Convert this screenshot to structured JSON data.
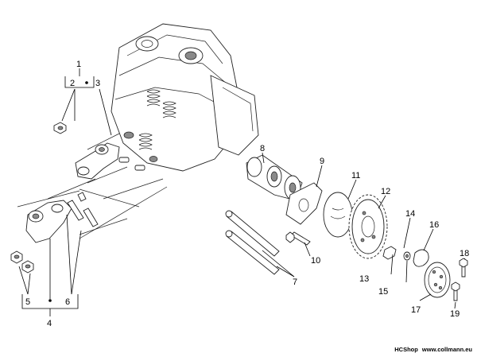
{
  "labels": {
    "l1": "1",
    "l2": "2",
    "l3": "3",
    "l4": "4",
    "l5": "5",
    "l6": "6",
    "l7": "7",
    "l8": "8",
    "l9": "9",
    "l10": "10",
    "l11": "11",
    "l12": "12",
    "l13": "13",
    "l14": "14",
    "l15": "15",
    "l16": "16",
    "l17": "17",
    "l18": "18",
    "l19": "19"
  },
  "footer": {
    "brand": "HCShop",
    "url": "www.collmann.eu"
  }
}
